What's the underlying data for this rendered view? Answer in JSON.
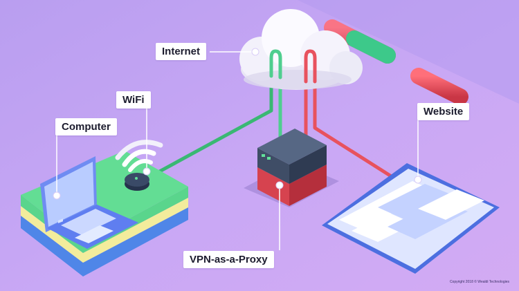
{
  "labels": {
    "internet": "Internet",
    "wifi": "WiFi",
    "computer": "Computer",
    "website": "Website",
    "vpn_proxy": "VPN-as-a-Proxy"
  },
  "copyright": "Copyright 2018 © Wealdi Technologies",
  "colors": {
    "background": "#c3a4f2",
    "connection_green": "#4fce8e",
    "connection_red": "#e8525e",
    "label_bg": "#ffffff",
    "label_text": "#1c1c2e"
  }
}
